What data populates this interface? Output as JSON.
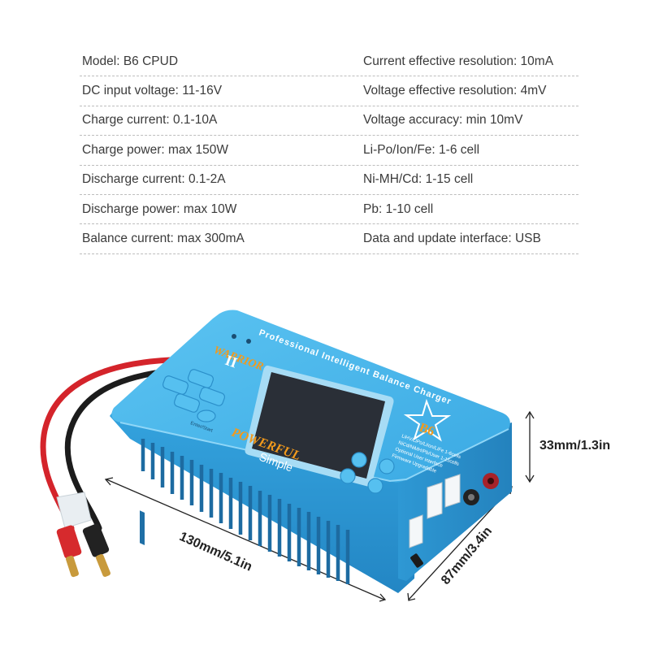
{
  "specs": [
    {
      "left": "Model: B6 CPUD",
      "right": "Current effective resolution: 10mA"
    },
    {
      "left": "DC input voltage: 11-16V",
      "right": "Voltage effective resolution: 4mV"
    },
    {
      "left": "Charge current: 0.1-10A",
      "right": "Voltage accuracy: min 10mV"
    },
    {
      "left": "Charge power: max 150W",
      "right": "Li-Po/Ion/Fe: 1-6 cell"
    },
    {
      "left": "Discharge current: 0.1-2A",
      "right": "Ni-MH/Cd: 1-15 cell"
    },
    {
      "left": "Discharge power: max 10W",
      "right": "Pb: 1-10 cell"
    },
    {
      "left": "Balance current: max 300mA",
      "right": "Data and update interface: USB"
    }
  ],
  "dimensions": {
    "height": "33mm/1.3in",
    "length": "130mm/5.1in",
    "width": "87mm/3.4in"
  },
  "device": {
    "top_banner": "Professional Intelligent Balance Charger",
    "brand": "WARRIOR",
    "brand_roman": "II",
    "tagline_1": "POWERFUL",
    "tagline_2": "Simple",
    "logo": "B6",
    "feature_lines": [
      "LiHV/LiPo/LiIon/LiFe 1-6cells",
      "NiCd/NiMH/Pb/User 1-15cells",
      "Optional User Interface",
      "Firmware Upgradable"
    ],
    "enter_label": "Enter/Start",
    "colors": {
      "body": "#3fb2ea",
      "body_dark": "#2b93cf",
      "screen": "#2a2f37",
      "accent_orange": "#f29a1c"
    }
  }
}
